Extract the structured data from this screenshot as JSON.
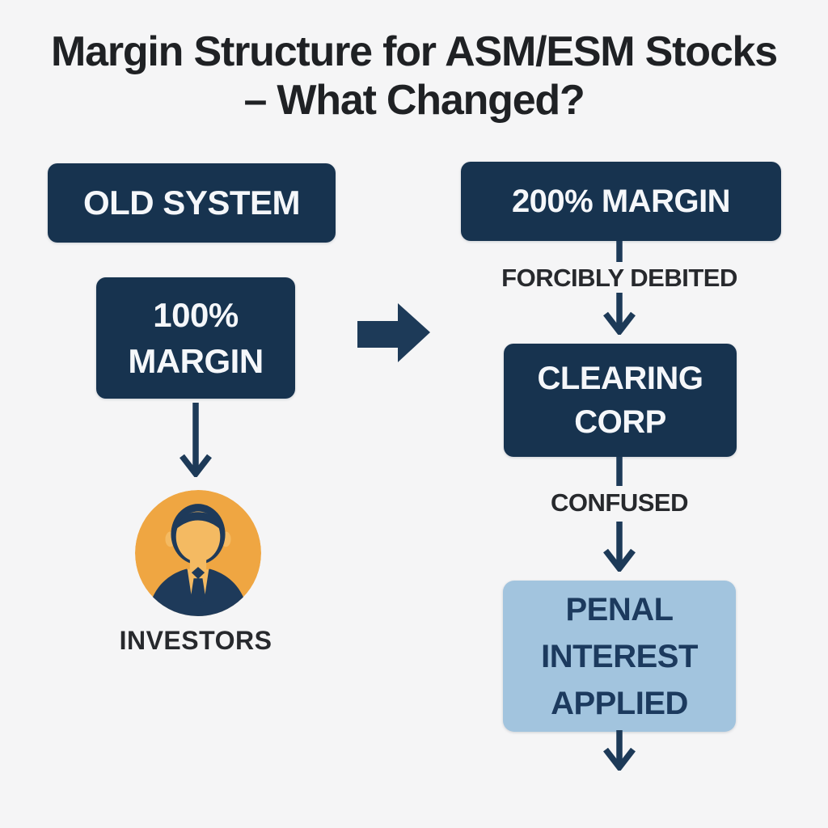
{
  "title": {
    "line1": "Margin Structure for ASM/ESM Stocks",
    "line2": "– What Changed?"
  },
  "left": {
    "old_system": "OLD SYSTEM",
    "margin100": {
      "line1": "100%",
      "line2": "MARGIN"
    },
    "investors": "INVESTORS"
  },
  "right": {
    "margin200": "200% MARGIN",
    "forcibly_debited": "FORCIBLY DEBITED",
    "clearing": {
      "line1": "CLEARING",
      "line2": "CORP"
    },
    "confused": "CONFUSED",
    "penal": {
      "line1": "PENAL",
      "line2": "INTEREST",
      "line3": "APPLIED"
    }
  },
  "icons": {
    "flow_arrow": "right-arrow-icon",
    "down_arrow": "down-arrow-icon",
    "investor": "investor-avatar-icon"
  },
  "colors": {
    "background": "#F5F5F6",
    "navy": "#17334F",
    "navy-icon": "#1E3A5A",
    "arrow": "#1D3A58",
    "light-blue": "#A2C4DE",
    "penal-text": "#1C3A5E",
    "title-text": "#1F2124",
    "label-text": "#27292D",
    "box-text": "#F5F7FA",
    "orange": "#EFA642",
    "face": "#F4BA62"
  }
}
